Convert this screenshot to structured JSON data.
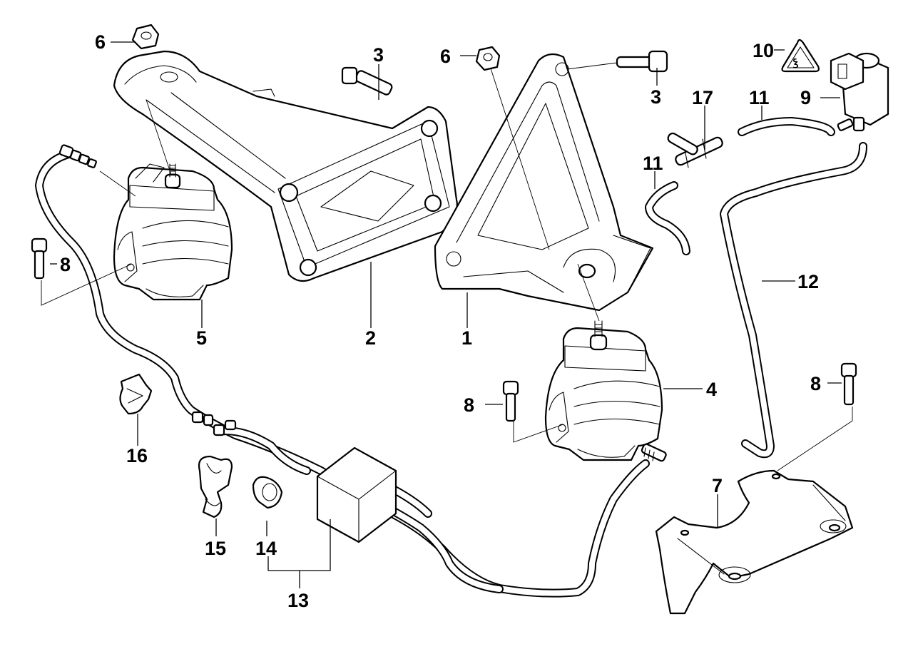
{
  "diagram": {
    "type": "exploded-parts-diagram",
    "subject": "Engine mount assembly with vacuum hoses",
    "background_color": "#ffffff",
    "line_color": "#000000",
    "callouts": [
      {
        "id": "c1",
        "label": "1",
        "part": "engine-support-bracket-right"
      },
      {
        "id": "c2",
        "label": "2",
        "part": "engine-support-bracket-left"
      },
      {
        "id": "c3a",
        "label": "3",
        "part": "bolt"
      },
      {
        "id": "c3b",
        "label": "3",
        "part": "bolt"
      },
      {
        "id": "c4",
        "label": "4",
        "part": "engine-mount-right"
      },
      {
        "id": "c5",
        "label": "5",
        "part": "engine-mount-left"
      },
      {
        "id": "c6a",
        "label": "6",
        "part": "hex-nut"
      },
      {
        "id": "c6b",
        "label": "6",
        "part": "hex-nut"
      },
      {
        "id": "c7",
        "label": "7",
        "part": "mount-base-bracket"
      },
      {
        "id": "c8a",
        "label": "8",
        "part": "hex-bolt"
      },
      {
        "id": "c8b",
        "label": "8",
        "part": "hex-bolt"
      },
      {
        "id": "c8c",
        "label": "8",
        "part": "hex-bolt"
      },
      {
        "id": "c9",
        "label": "9",
        "part": "solenoid-valve"
      },
      {
        "id": "c10",
        "label": "10",
        "part": "warning-label"
      },
      {
        "id": "c11a",
        "label": "11",
        "part": "vacuum-hose"
      },
      {
        "id": "c11b",
        "label": "11",
        "part": "vacuum-hose"
      },
      {
        "id": "c12",
        "label": "12",
        "part": "vacuum-hose-long"
      },
      {
        "id": "c13",
        "label": "13",
        "part": "vacuum-line-set"
      },
      {
        "id": "c14",
        "label": "14",
        "part": "hose-clip"
      },
      {
        "id": "c15",
        "label": "15",
        "part": "double-hose-clip"
      },
      {
        "id": "c16",
        "label": "16",
        "part": "cable-holder"
      },
      {
        "id": "c17",
        "label": "17",
        "part": "t-connector"
      }
    ],
    "warning_symbol_text": "ꝣ"
  }
}
